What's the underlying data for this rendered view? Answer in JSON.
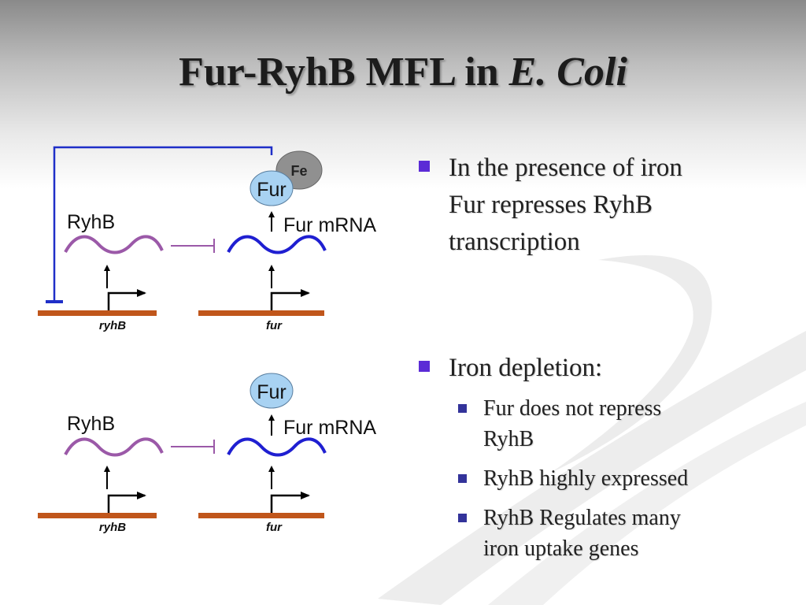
{
  "slide": {
    "title_prefix": "Fur-RyhB MFL in ",
    "title_italic": "E. Coli"
  },
  "diagram": {
    "top": {
      "ryhb_label": "RyhB",
      "fur_protein": "Fur",
      "fe_label": "Fe",
      "fur_mrna_label": "Fur mRNA",
      "ryhb_gene": "ryhB",
      "fur_gene": "fur"
    },
    "bottom": {
      "ryhb_label": "RyhB",
      "fur_protein": "Fur",
      "fur_mrna_label": "Fur mRNA",
      "ryhb_gene": "ryhB",
      "fur_gene": "fur"
    }
  },
  "bullets": {
    "b1_line1": "In the presence of iron",
    "b1_line2": "Fur represses RyhB",
    "b1_line3": "transcription",
    "b2": "Iron depletion:",
    "sub1_line1": "Fur does not repress",
    "sub1_line2": "RyhB",
    "sub2": "RyhB highly expressed",
    "sub3_line1": "RyhB Regulates many",
    "sub3_line2": "iron uptake genes"
  },
  "colors": {
    "ryhb_wave": "#9b59a8",
    "fur_wave": "#1f1fd1",
    "gene_bar": "#c0561b",
    "repression_line": "#1f2fc8",
    "fur_fill": "#a8d2f2",
    "fe_fill": "#909090",
    "bullet_main": "#5b2bd6",
    "bullet_sub": "#33339a"
  }
}
